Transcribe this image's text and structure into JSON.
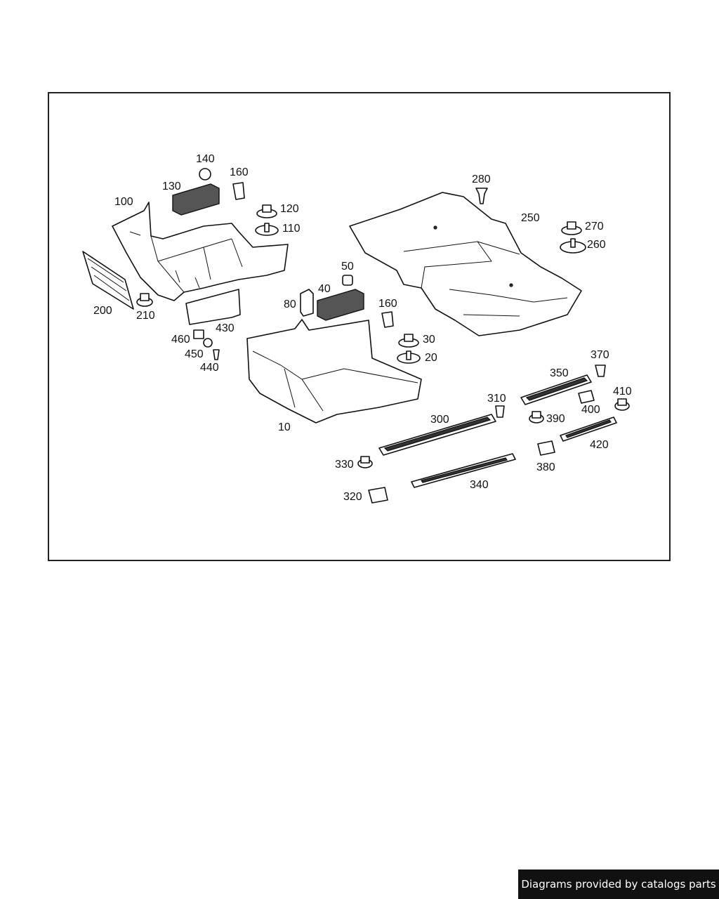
{
  "callouts": {
    "c10": "10",
    "c20": "20",
    "c30": "30",
    "c40": "40",
    "c50": "50",
    "c80": "80",
    "c100": "100",
    "c110": "110",
    "c120": "120",
    "c130": "130",
    "c140": "140",
    "c160a": "160",
    "c160b": "160",
    "c200": "200",
    "c210": "210",
    "c250": "250",
    "c260": "260",
    "c270": "270",
    "c280": "280",
    "c300": "300",
    "c310": "310",
    "c320": "320",
    "c330": "330",
    "c340": "340",
    "c350": "350",
    "c370": "370",
    "c380": "380",
    "c390": "390",
    "c400": "400",
    "c410": "410",
    "c420": "420",
    "c430": "430",
    "c440": "440",
    "c450": "450",
    "c460": "460"
  },
  "footer": {
    "text": "Diagrams provided by catalogs parts"
  },
  "colors": {
    "line": "#111111",
    "mesh": "#555555",
    "badge": "#111111"
  }
}
